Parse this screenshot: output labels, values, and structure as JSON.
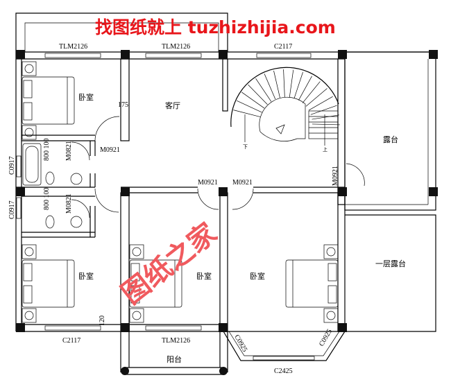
{
  "watermark": {
    "top": "找图纸就上 tuzhizhijia.com",
    "diagonal": "图纸之家",
    "color": "#e8161b"
  },
  "rooms": {
    "bedroom_top_left": "卧室",
    "living_room": "客厅",
    "terrace": "露台",
    "bedroom_bottom_left": "卧室",
    "bedroom_bottom_middle": "卧室",
    "bedroom_bottom_right": "卧室",
    "first_floor_terrace": "一层露台",
    "balcony": "阳台"
  },
  "openings": {
    "tlm_top_left": "TLM2126",
    "tlm_top_middle": "TLM2126",
    "c_top_right": "C2117",
    "m_living_left": "M0921",
    "m_living_bottom_left": "M0921",
    "m_living_bottom_right": "M0921",
    "m_terrace": "M0921",
    "m_bath_upper": "M0821",
    "m_bath_lower": "M0821",
    "c_bath_upper": "C0917",
    "c_bath_lower": "C0917",
    "c_bottom_left": "C2117",
    "tlm_bottom": "TLM2126",
    "c_bay_left": "C0925",
    "c_bay_right": "C0925",
    "c_bay_front": "C2425"
  },
  "dimensions": {
    "wall_175": "175",
    "bath_upper": "800 100",
    "bath_lower": "800 100",
    "wall_120": "120"
  },
  "stair": {
    "down": "下",
    "up": "上"
  }
}
